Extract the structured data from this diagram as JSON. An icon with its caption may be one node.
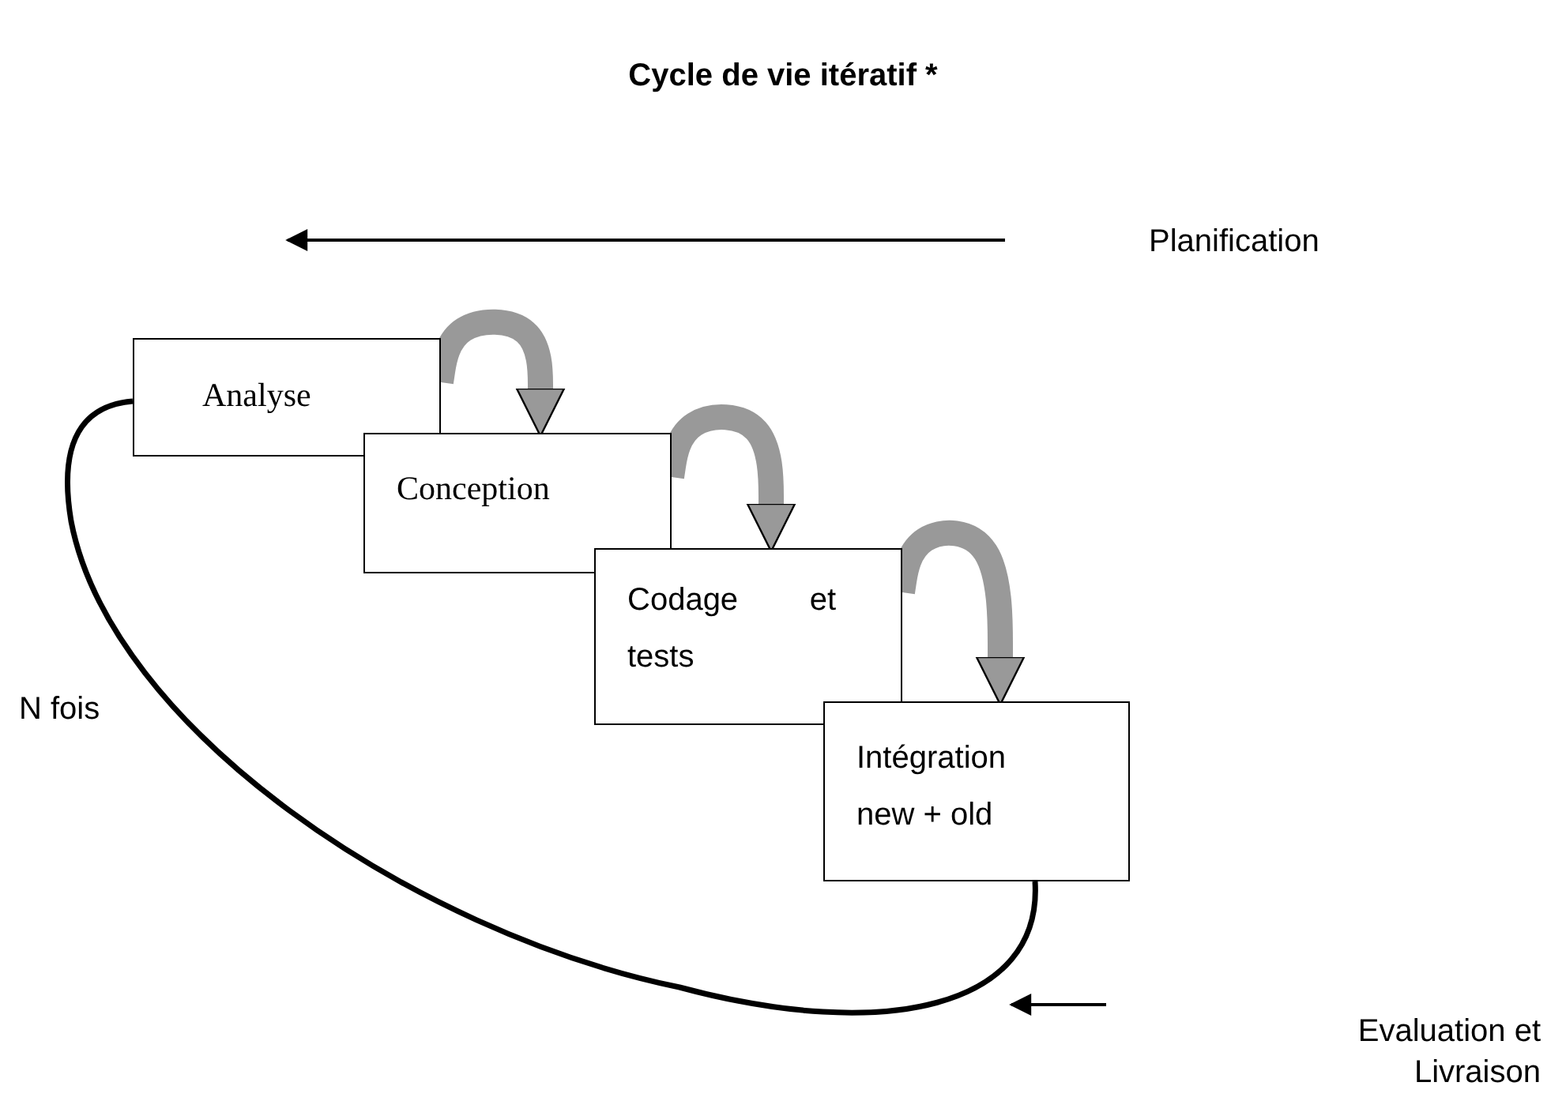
{
  "diagram": {
    "title": "Cycle de vie itératif *",
    "nodes": [
      {
        "text": [
          "Analyse"
        ]
      },
      {
        "text": [
          "Conception"
        ]
      },
      {
        "text": [
          "Codage et tests"
        ]
      },
      {
        "text": [
          "Intégration new + old"
        ]
      }
    ],
    "edges": [
      {
        "from": 0,
        "to": 1,
        "arrow": "to"
      },
      {
        "from": 1,
        "to": 2,
        "arrow": "to"
      },
      {
        "from": 2,
        "to": 3,
        "arrow": "to"
      },
      {
        "from": 3,
        "to": 0,
        "arrow": "none",
        "label": "N fois",
        "color": "#000000"
      }
    ],
    "labels": [
      "Planification",
      "Evaluation et Livraison"
    ]
  }
}
